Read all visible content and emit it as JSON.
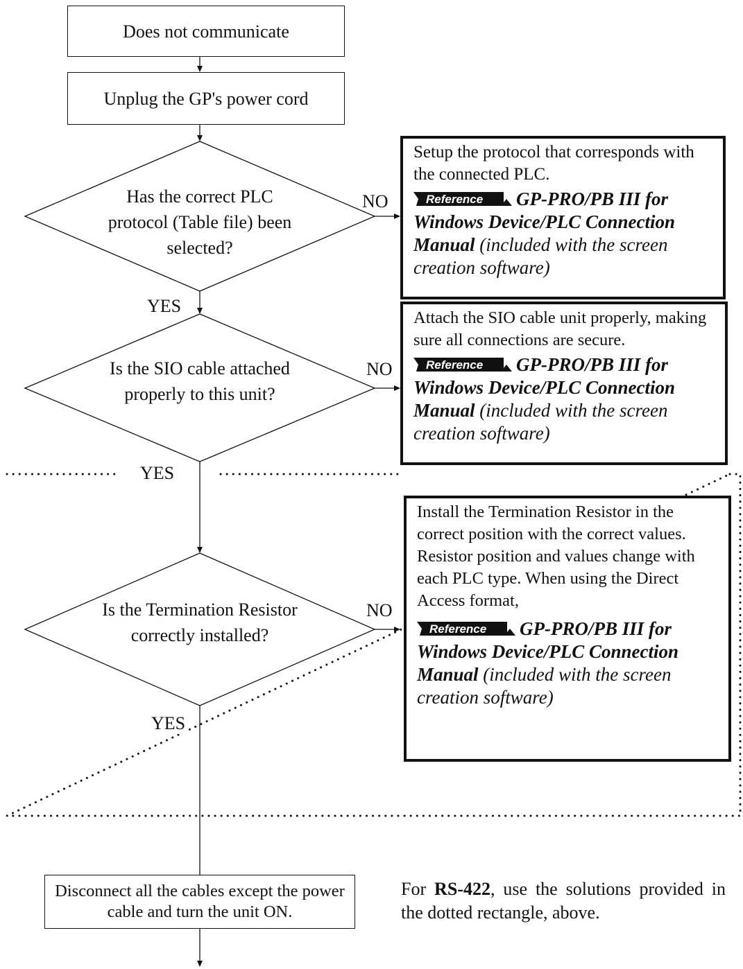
{
  "start_box": "Does not communicate",
  "step_unplug": "Unplug the GP's power cord",
  "decision_protocol": "Has the correct PLC protocol (Table file) been selected?",
  "decision_cable": "Is the SIO cable attached properly to this unit?",
  "decision_resistor": "Is the Termination Resistor correctly installed?",
  "label_no": "NO",
  "label_yes": "YES",
  "reference_badge": "Reference",
  "solution_protocol": {
    "text": "Setup the protocol that corresponds with the connected PLC.",
    "ref_title": "GP-PRO/PB III for Windows Device/PLC Connection Manual",
    "ref_note": "(included with the screen creation software)"
  },
  "solution_cable": {
    "text": "Attach the SIO cable unit properly, making sure all connections are secure.",
    "ref_title": "GP-PRO/PB III for Windows Device/PLC Connection Manual",
    "ref_note": "(included with the screen creation software)"
  },
  "solution_resistor": {
    "text": "Install the Termination Resistor in the correct position with the correct values. Resistor position and values change with each PLC type. When using the Direct Access format,",
    "ref_title": "GP-PRO/PB III for Windows Device/PLC Connection Manual",
    "ref_note": "(included with the screen creation software)"
  },
  "step_disconnect": "Disconnect all the cables except the power cable and turn the unit ON.",
  "rs422_note": {
    "prefix": "For ",
    "bold": "RS-422",
    "suffix": ", use the solutions provided in the dotted rectangle, above."
  }
}
